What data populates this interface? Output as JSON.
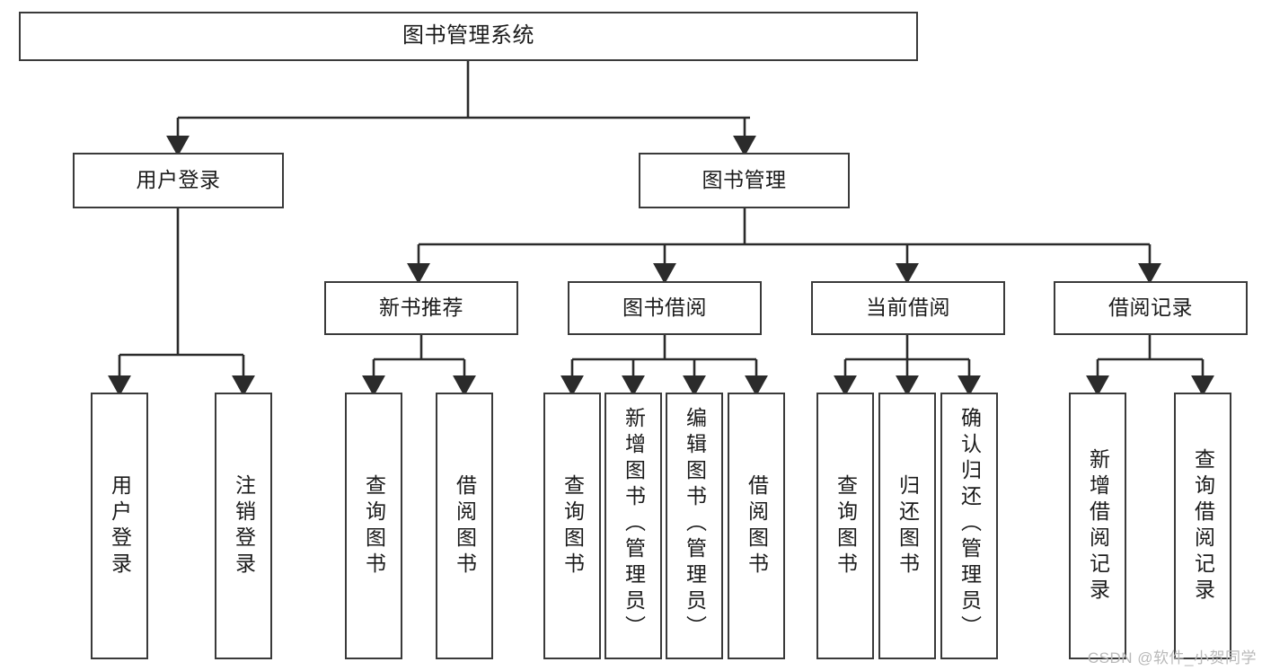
{
  "diagram": {
    "type": "tree",
    "title": "图书管理系统",
    "theme": {
      "background": "#ffffff",
      "box_border": "#3a3a3a",
      "box_fill": "#ffffff",
      "text": "#1b1b1b",
      "edge": "#2b2b2b",
      "watermark": "#b9b9b9"
    },
    "root": {
      "label": "图书管理系统"
    },
    "level2": [
      {
        "label": "用户登录"
      },
      {
        "label": "图书管理"
      }
    ],
    "level3": [
      {
        "label": "新书推荐"
      },
      {
        "label": "图书借阅"
      },
      {
        "label": "当前借阅"
      },
      {
        "label": "借阅记录"
      }
    ],
    "leaves": {
      "user_login": [
        {
          "label": "用户登录"
        },
        {
          "label": "注销登录"
        }
      ],
      "new_book": [
        {
          "label": "查询图书"
        },
        {
          "label": "借阅图书"
        }
      ],
      "borrow_book": [
        {
          "label": "查询图书"
        },
        {
          "label": "新增图书（管理员）"
        },
        {
          "label": "编辑图书（管理员）"
        },
        {
          "label": "借阅图书"
        }
      ],
      "current_borrow": [
        {
          "label": "查询图书"
        },
        {
          "label": "归还图书"
        },
        {
          "label": "确认归还（管理员）"
        }
      ],
      "borrow_record": [
        {
          "label": "新增借阅记录"
        },
        {
          "label": "查询借阅记录"
        }
      ]
    }
  },
  "watermark": {
    "text": "CSDN @软件_小贺同学"
  }
}
